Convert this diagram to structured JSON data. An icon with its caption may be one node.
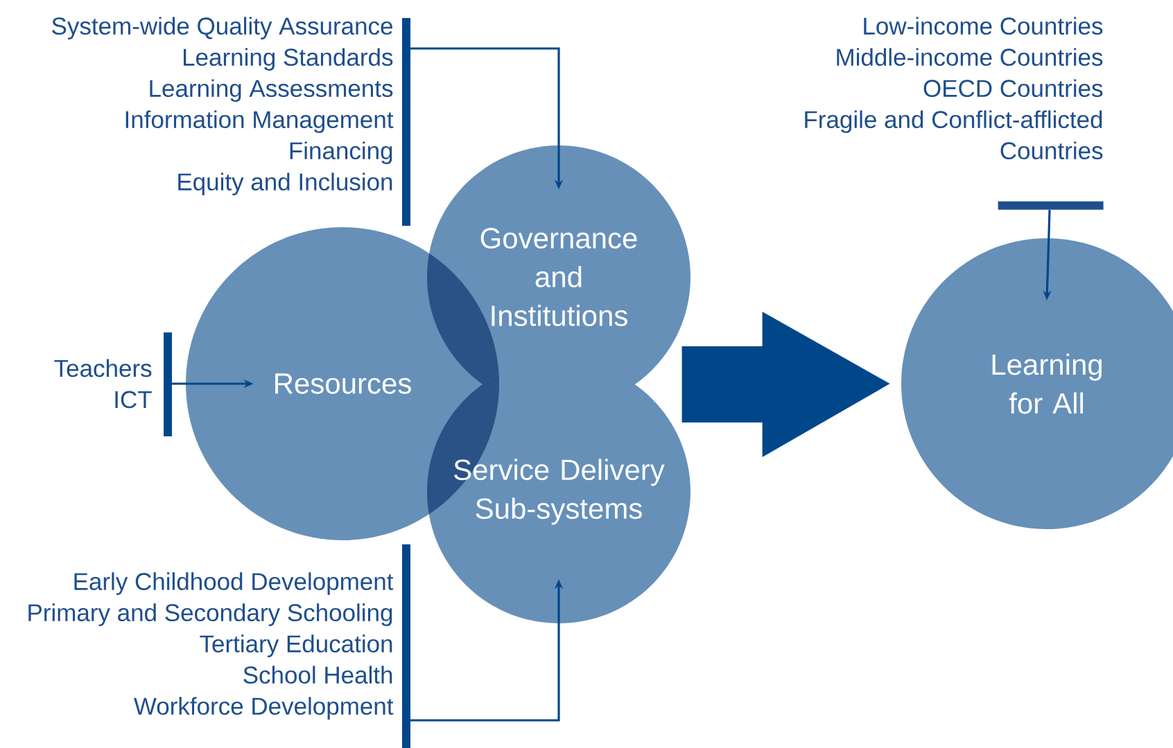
{
  "diagram": {
    "nodes": [
      {
        "text": [
          "System-wide Quality Assurance",
          "Learning Standards",
          "Learning Assessments",
          "Information Management",
          "Financing",
          "Equity and Inclusion"
        ]
      },
      {
        "text": [
          "Teachers",
          "ICT"
        ]
      },
      {
        "text": [
          "Resources"
        ]
      },
      {
        "text": [
          "Governance and Institutions"
        ]
      },
      {
        "text": [
          "Service Delivery Sub-systems"
        ]
      },
      {
        "text": [
          "Early Childhood Development",
          "Primary and Secondary Schooling",
          "Tertiary Education",
          "School Health",
          "Workforce Development"
        ]
      },
      {
        "text": [
          "Learning for All"
        ]
      },
      {
        "text": [
          "Low-income Countries",
          "Middle-income Countries",
          "OECD Countries",
          "Fragile and Conflict-afflicted Countries"
        ]
      }
    ],
    "edges": [
      {
        "from": 0,
        "to": 3,
        "arrow": "to"
      },
      {
        "from": 1,
        "to": 2,
        "arrow": "to"
      },
      {
        "from": 5,
        "to": 4,
        "arrow": "to"
      },
      {
        "from": 7,
        "to": 6,
        "arrow": "to"
      },
      {
        "from": null,
        "to": 6,
        "arrow": "to",
        "style": "thick"
      }
    ]
  }
}
